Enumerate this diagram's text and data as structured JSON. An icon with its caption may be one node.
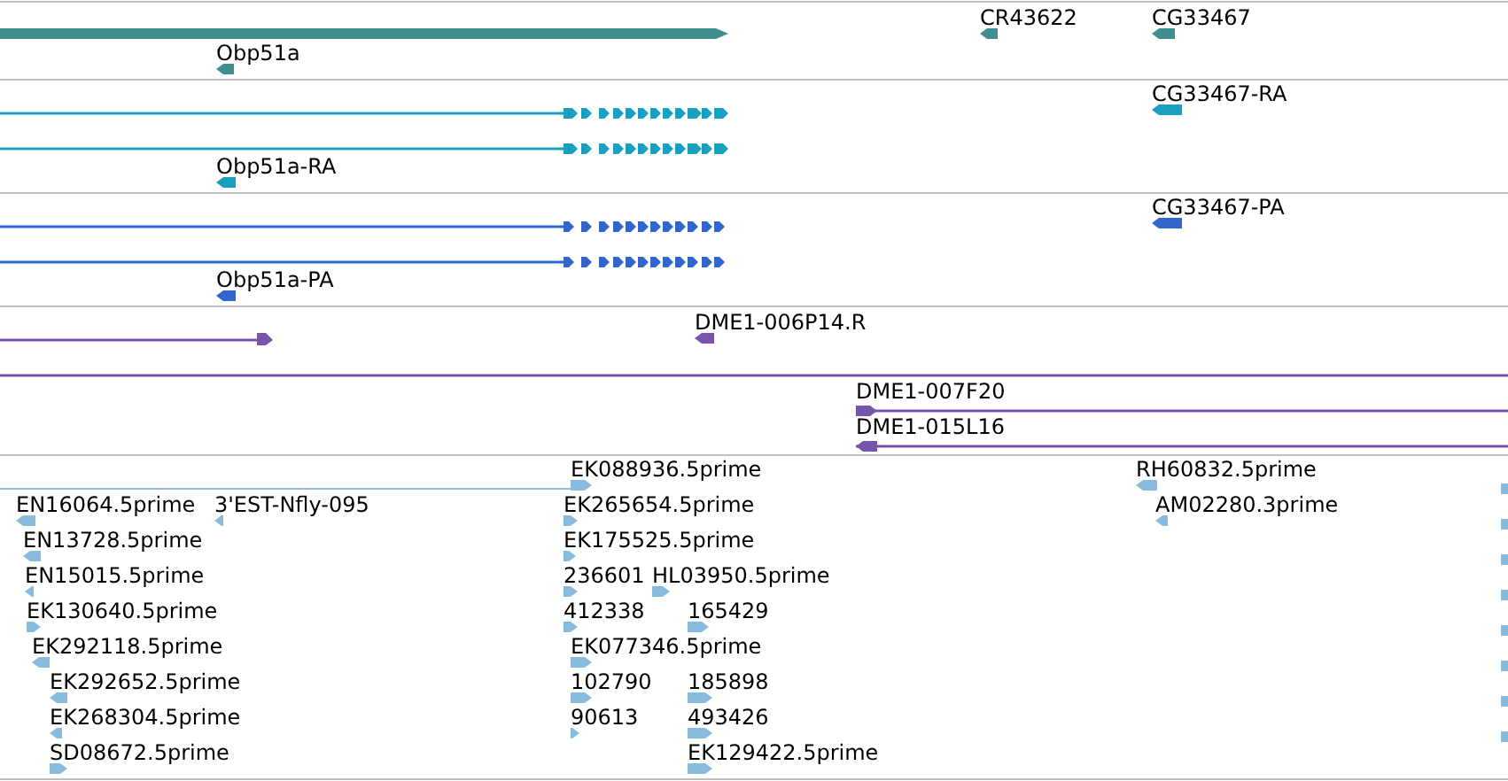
{
  "diagram": {
    "labels": [
      "Obp51a",
      "CR43622",
      "CG33467",
      "Obp51a-RA",
      "CG33467-RA",
      "Obp51a-PA",
      "CG33467-PA",
      "DME1-006P14.R",
      "DME1-007F20",
      "DME1-015L16",
      "EK088936.5prime",
      "RH60832.5prime",
      "EN16064.5prime",
      "3'EST-Nfly-095",
      "EK265654.5prime",
      "AM02280.3prime",
      "EN13728.5prime",
      "EK175525.5prime",
      "EN15015.5prime",
      "236601",
      "HL03950.5prime",
      "EK130640.5prime",
      "412338",
      "165429",
      "EK292118.5prime",
      "EK077346.5prime",
      "EK292652.5prime",
      "102790",
      "185898",
      "EK268304.5prime",
      "90613",
      "493426",
      "SD08672.5prime",
      "EK129422.5prime"
    ]
  }
}
